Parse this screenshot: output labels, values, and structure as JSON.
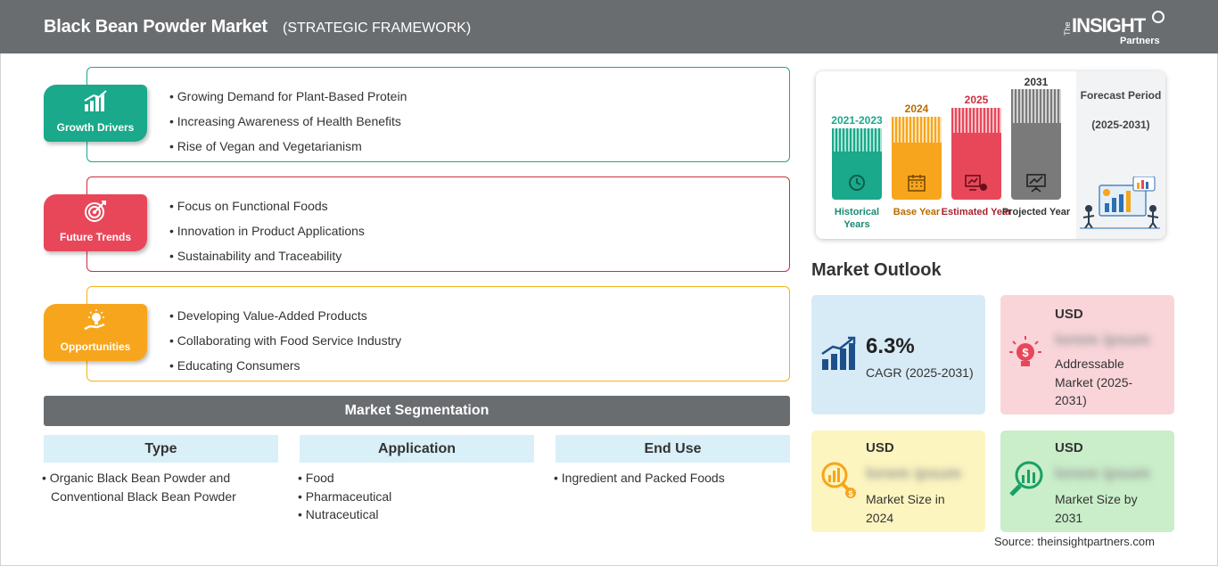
{
  "header": {
    "title": "Black Bean Powder Market",
    "subtitle": "(STRATEGIC FRAMEWORK)",
    "logo": {
      "the": "The",
      "insight": "INSIGHT",
      "partners": "Partners"
    }
  },
  "framework": [
    {
      "label": "Growth Drivers",
      "color": "#1aa98a",
      "icon": "bar-chart-icon",
      "items": [
        "Growing Demand for Plant-Based Protein",
        "Increasing Awareness of Health Benefits",
        "Rise of Vegan and Vegetarianism"
      ]
    },
    {
      "label": "Future Trends",
      "color": "#e8475a",
      "icon": "target-icon",
      "items": [
        "Focus on Functional Foods",
        "Innovation in Product Applications",
        "Sustainability and Traceability"
      ]
    },
    {
      "label": "Opportunities",
      "color": "#f7a51c",
      "icon": "lightbulb-hand-icon",
      "items": [
        "Developing Value-Added Products",
        "Collaborating with Food Service Industry",
        "Educating Consumers"
      ]
    }
  ],
  "segmentation": {
    "title": "Market Segmentation",
    "columns": [
      {
        "head": "Type",
        "items": [
          "Organic Black Bean Powder and Conventional Black Bean Powder"
        ]
      },
      {
        "head": "Application",
        "items": [
          "Food",
          "Pharmaceutical",
          "Nutraceutical"
        ]
      },
      {
        "head": "End Use",
        "items": [
          "Ingredient and Packed Foods"
        ]
      }
    ]
  },
  "timeline": {
    "columns": [
      {
        "year": "2021-2023",
        "label": "Historical Years",
        "color": "#1aa98a",
        "icon": "history-icon"
      },
      {
        "year": "2024",
        "label": "Base Year",
        "color": "#f7a51c",
        "icon": "calendar-icon"
      },
      {
        "year": "2025",
        "label": "Estimated Year",
        "color": "#e8475a",
        "icon": "estimate-icon"
      },
      {
        "year": "2031",
        "label": "Projected Year",
        "color": "#7a7a7a",
        "icon": "projection-icon"
      }
    ],
    "forecast": {
      "title": "Forecast Period",
      "period": "(2025-2031)"
    }
  },
  "outlook": {
    "title": "Market Outlook",
    "cagr": {
      "value": "6.3%",
      "label": "CAGR (2025-2031)",
      "color": "#d7ebf6"
    },
    "addressable": {
      "usd": "USD",
      "value": "lorem ipsum",
      "label": "Addressable Market (2025-2031)",
      "color": "#f9d5da"
    },
    "size2024": {
      "usd": "USD",
      "value": "lorem ipsum",
      "label": "Market Size in 2024",
      "color": "#fdf5bf"
    },
    "size2031": {
      "usd": "USD",
      "value": "lorem ipsum",
      "label": "Market Size by 2031",
      "color": "#c9eec9"
    }
  },
  "source": "Source: theinsightpartners.com"
}
